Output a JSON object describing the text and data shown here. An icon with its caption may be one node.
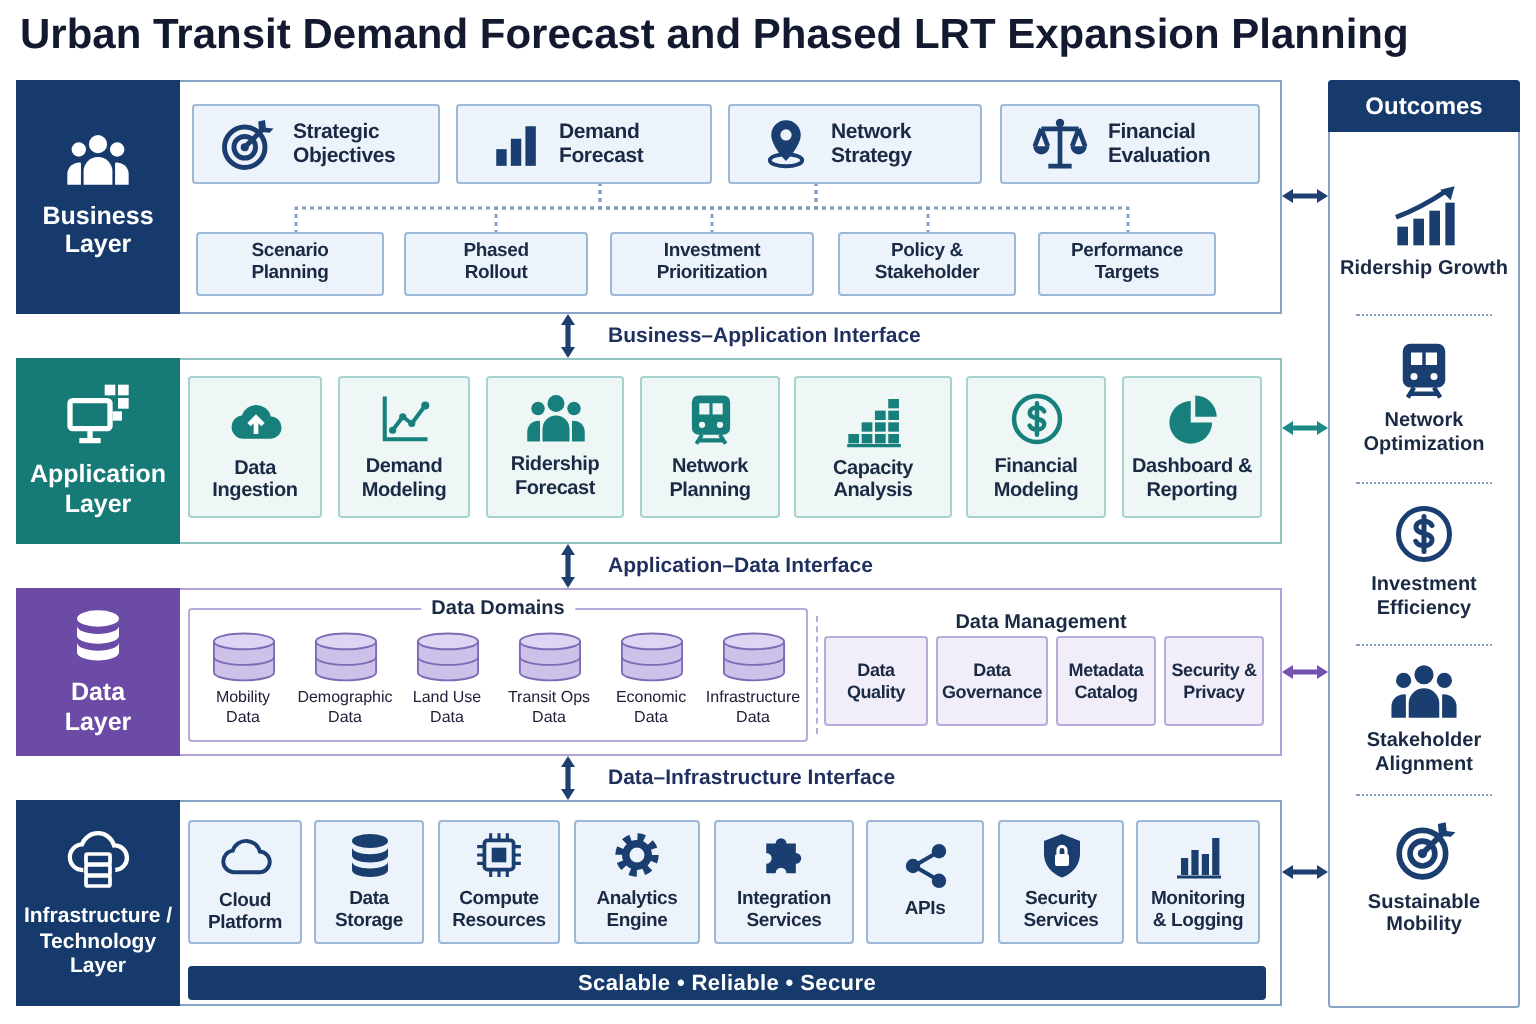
{
  "diagram": {
    "title": "Urban Transit Demand Forecast and Phased LRT Expansion Planning",
    "nodes": [
      {
        "text": [
          "Business Layer"
        ]
      },
      {
        "text": [
          "Strategic Objectives"
        ],
        "in": 0
      },
      {
        "text": [
          "Demand Forecast"
        ],
        "in": 0
      },
      {
        "text": [
          "Network Strategy"
        ],
        "in": 0
      },
      {
        "text": [
          "Financial Evaluation"
        ],
        "in": 0
      },
      {
        "text": [
          "Scenario Planning"
        ],
        "in": 0
      },
      {
        "text": [
          "Phased Rollout"
        ],
        "in": 0
      },
      {
        "text": [
          "Investment Prioritization"
        ],
        "in": 0
      },
      {
        "text": [
          "Policy & Stakeholder"
        ],
        "in": 0
      },
      {
        "text": [
          "Performance Targets"
        ],
        "in": 0
      },
      {
        "text": [
          "Application Layer"
        ]
      },
      {
        "text": [
          "Data Ingestion"
        ],
        "in": 10
      },
      {
        "text": [
          "Demand Modeling"
        ],
        "in": 10
      },
      {
        "text": [
          "Ridership Forecast"
        ],
        "in": 10
      },
      {
        "text": [
          "Network Planning"
        ],
        "in": 10
      },
      {
        "text": [
          "Capacity Analysis"
        ],
        "in": 10
      },
      {
        "text": [
          "Financial Modeling"
        ],
        "in": 10
      },
      {
        "text": [
          "Dashboard & Reporting"
        ],
        "in": 10
      },
      {
        "text": [
          "Data Layer"
        ]
      },
      {
        "text": [
          "Data Domains"
        ],
        "in": 18
      },
      {
        "text": [
          "Mobility Data"
        ],
        "in": 19
      },
      {
        "text": [
          "Demographic Data"
        ],
        "in": 19
      },
      {
        "text": [
          "Land Use Data"
        ],
        "in": 19
      },
      {
        "text": [
          "Transit Ops Data"
        ],
        "in": 19
      },
      {
        "text": [
          "Economic Data"
        ],
        "in": 19
      },
      {
        "text": [
          "Infrastructure Data"
        ],
        "in": 19
      },
      {
        "text": [
          "Data Management"
        ],
        "in": 18
      },
      {
        "text": [
          "Data Quality"
        ],
        "in": 26
      },
      {
        "text": [
          "Data Governance"
        ],
        "in": 26
      },
      {
        "text": [
          "Metadata Catalog"
        ],
        "in": 26
      },
      {
        "text": [
          "Security & Privacy"
        ],
        "in": 26
      },
      {
        "text": [
          "Infrastructure / Technology Layer"
        ]
      },
      {
        "text": [
          "Cloud Platform"
        ],
        "in": 31
      },
      {
        "text": [
          "Data Storage"
        ],
        "in": 31
      },
      {
        "text": [
          "Compute Resources"
        ],
        "in": 31
      },
      {
        "text": [
          "Analytics Engine"
        ],
        "in": 31
      },
      {
        "text": [
          "Integration Services"
        ],
        "in": 31
      },
      {
        "text": [
          "APIs"
        ],
        "in": 31
      },
      {
        "text": [
          "Security Services"
        ],
        "in": 31
      },
      {
        "text": [
          "Monitoring & Logging"
        ],
        "in": 31
      },
      {
        "text": [
          "Scalable • Reliable • Secure"
        ],
        "in": 31
      },
      {
        "text": [
          "Outcomes"
        ]
      },
      {
        "text": [
          "Ridership Growth"
        ],
        "in": 41
      },
      {
        "text": [
          "Network Optimization"
        ],
        "in": 41
      },
      {
        "text": [
          "Investment Efficiency"
        ],
        "in": 41
      },
      {
        "text": [
          "Stakeholder Alignment"
        ],
        "in": 41
      },
      {
        "text": [
          "Sustainable Mobility"
        ],
        "in": 41
      }
    ],
    "edges": [
      {
        "from": 2,
        "to": 5,
        "arrow": "none",
        "style": "dashed"
      },
      {
        "from": 2,
        "to": 6,
        "arrow": "none",
        "style": "dashed"
      },
      {
        "from": 2,
        "to": 7,
        "arrow": "none",
        "style": "dashed"
      },
      {
        "from": 2,
        "to": 8,
        "arrow": "none",
        "style": "dashed"
      },
      {
        "from": 2,
        "to": 9,
        "arrow": "none",
        "style": "dashed"
      },
      {
        "from": 3,
        "to": 5,
        "arrow": "none",
        "style": "dashed"
      },
      {
        "from": 3,
        "to": 6,
        "arrow": "none",
        "style": "dashed"
      },
      {
        "from": 3,
        "to": 7,
        "arrow": "none",
        "style": "dashed"
      },
      {
        "from": 3,
        "to": 8,
        "arrow": "none",
        "style": "dashed"
      },
      {
        "from": 3,
        "to": 9,
        "arrow": "none",
        "style": "dashed"
      },
      {
        "from": 0,
        "to": 10,
        "arrow": "both",
        "label": "Business–Application Interface",
        "color": "#1d3f72"
      },
      {
        "from": 10,
        "to": 18,
        "arrow": "both",
        "label": "Application–Data Interface",
        "color": "#1d3f72"
      },
      {
        "from": 18,
        "to": 31,
        "arrow": "both",
        "label": "Data–Infrastructure Interface",
        "color": "#1d3f72"
      },
      {
        "from": 0,
        "to": 41,
        "arrow": "both",
        "color": "#1d3f72"
      },
      {
        "from": 10,
        "to": 41,
        "arrow": "both",
        "color": "#1b8a86"
      },
      {
        "from": 18,
        "to": 41,
        "arrow": "both",
        "color": "#7450b0"
      },
      {
        "from": 31,
        "to": 41,
        "arrow": "both",
        "color": "#1d3f72"
      }
    ]
  }
}
